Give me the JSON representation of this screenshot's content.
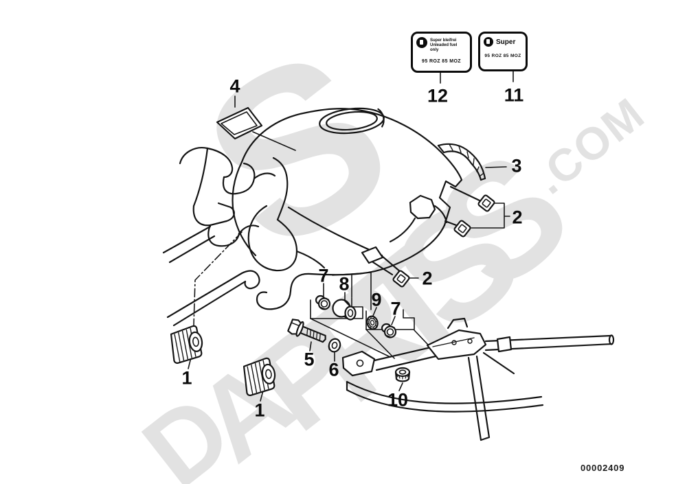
{
  "page": {
    "background": "#ffffff",
    "line_color": "#141414",
    "doc_number": "00002409"
  },
  "watermark": {
    "color": "#e2e2e2",
    "diagonal_letters": [
      "D",
      "A",
      "P",
      "R",
      "T",
      "S",
      "S"
    ],
    "backdrop_letter": "S",
    "suffix": ".COM"
  },
  "stickers": {
    "sticker12": {
      "callout": "12",
      "line1": "Super bleifrei",
      "line2": "Unleaded fuel only",
      "line3": "95 ROZ 85 MOZ"
    },
    "sticker11": {
      "callout": "11",
      "line1": "Super",
      "line2": "95 ROZ 85 MOZ"
    }
  },
  "callouts": [
    {
      "text": "4"
    },
    {
      "text": "3"
    },
    {
      "text": "2"
    },
    {
      "text": "2"
    },
    {
      "text": "7"
    },
    {
      "text": "8"
    },
    {
      "text": "9"
    },
    {
      "text": "7"
    },
    {
      "text": "5"
    },
    {
      "text": "6"
    },
    {
      "text": "10"
    },
    {
      "text": "1"
    },
    {
      "text": "1"
    }
  ]
}
